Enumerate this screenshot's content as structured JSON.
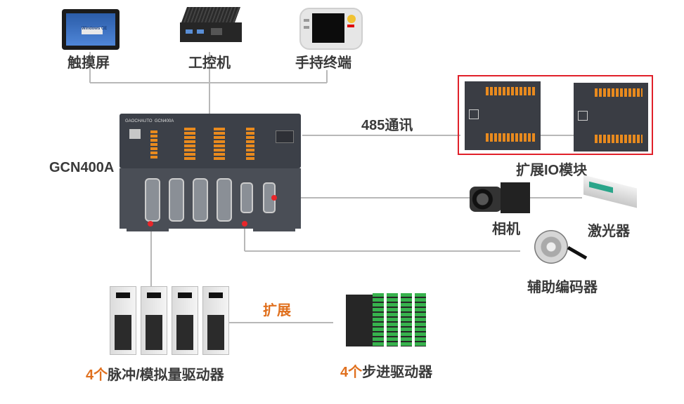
{
  "labels": {
    "touchscreen": "触摸屏",
    "ipc": "工控机",
    "pendant": "手持终端",
    "rs485": "485通讯",
    "controller": "GCN400A",
    "io_module": "扩展IO模块",
    "camera": "相机",
    "laser": "激光器",
    "encoder": "辅助编码器",
    "expand": "扩展",
    "servo_count": "4个",
    "servo_text": "脉冲/模拟量驱动器",
    "stepper_count": "4个",
    "stepper_text": "步进驱动器"
  },
  "screen_text": "Windows CE",
  "controller_brand": "GAOCHAUTO  GCN400A",
  "colors": {
    "highlight_box": "#e0202a",
    "accent_text": "#e0701e",
    "wire": "#b5b5b5",
    "dot": "#e8262a"
  }
}
